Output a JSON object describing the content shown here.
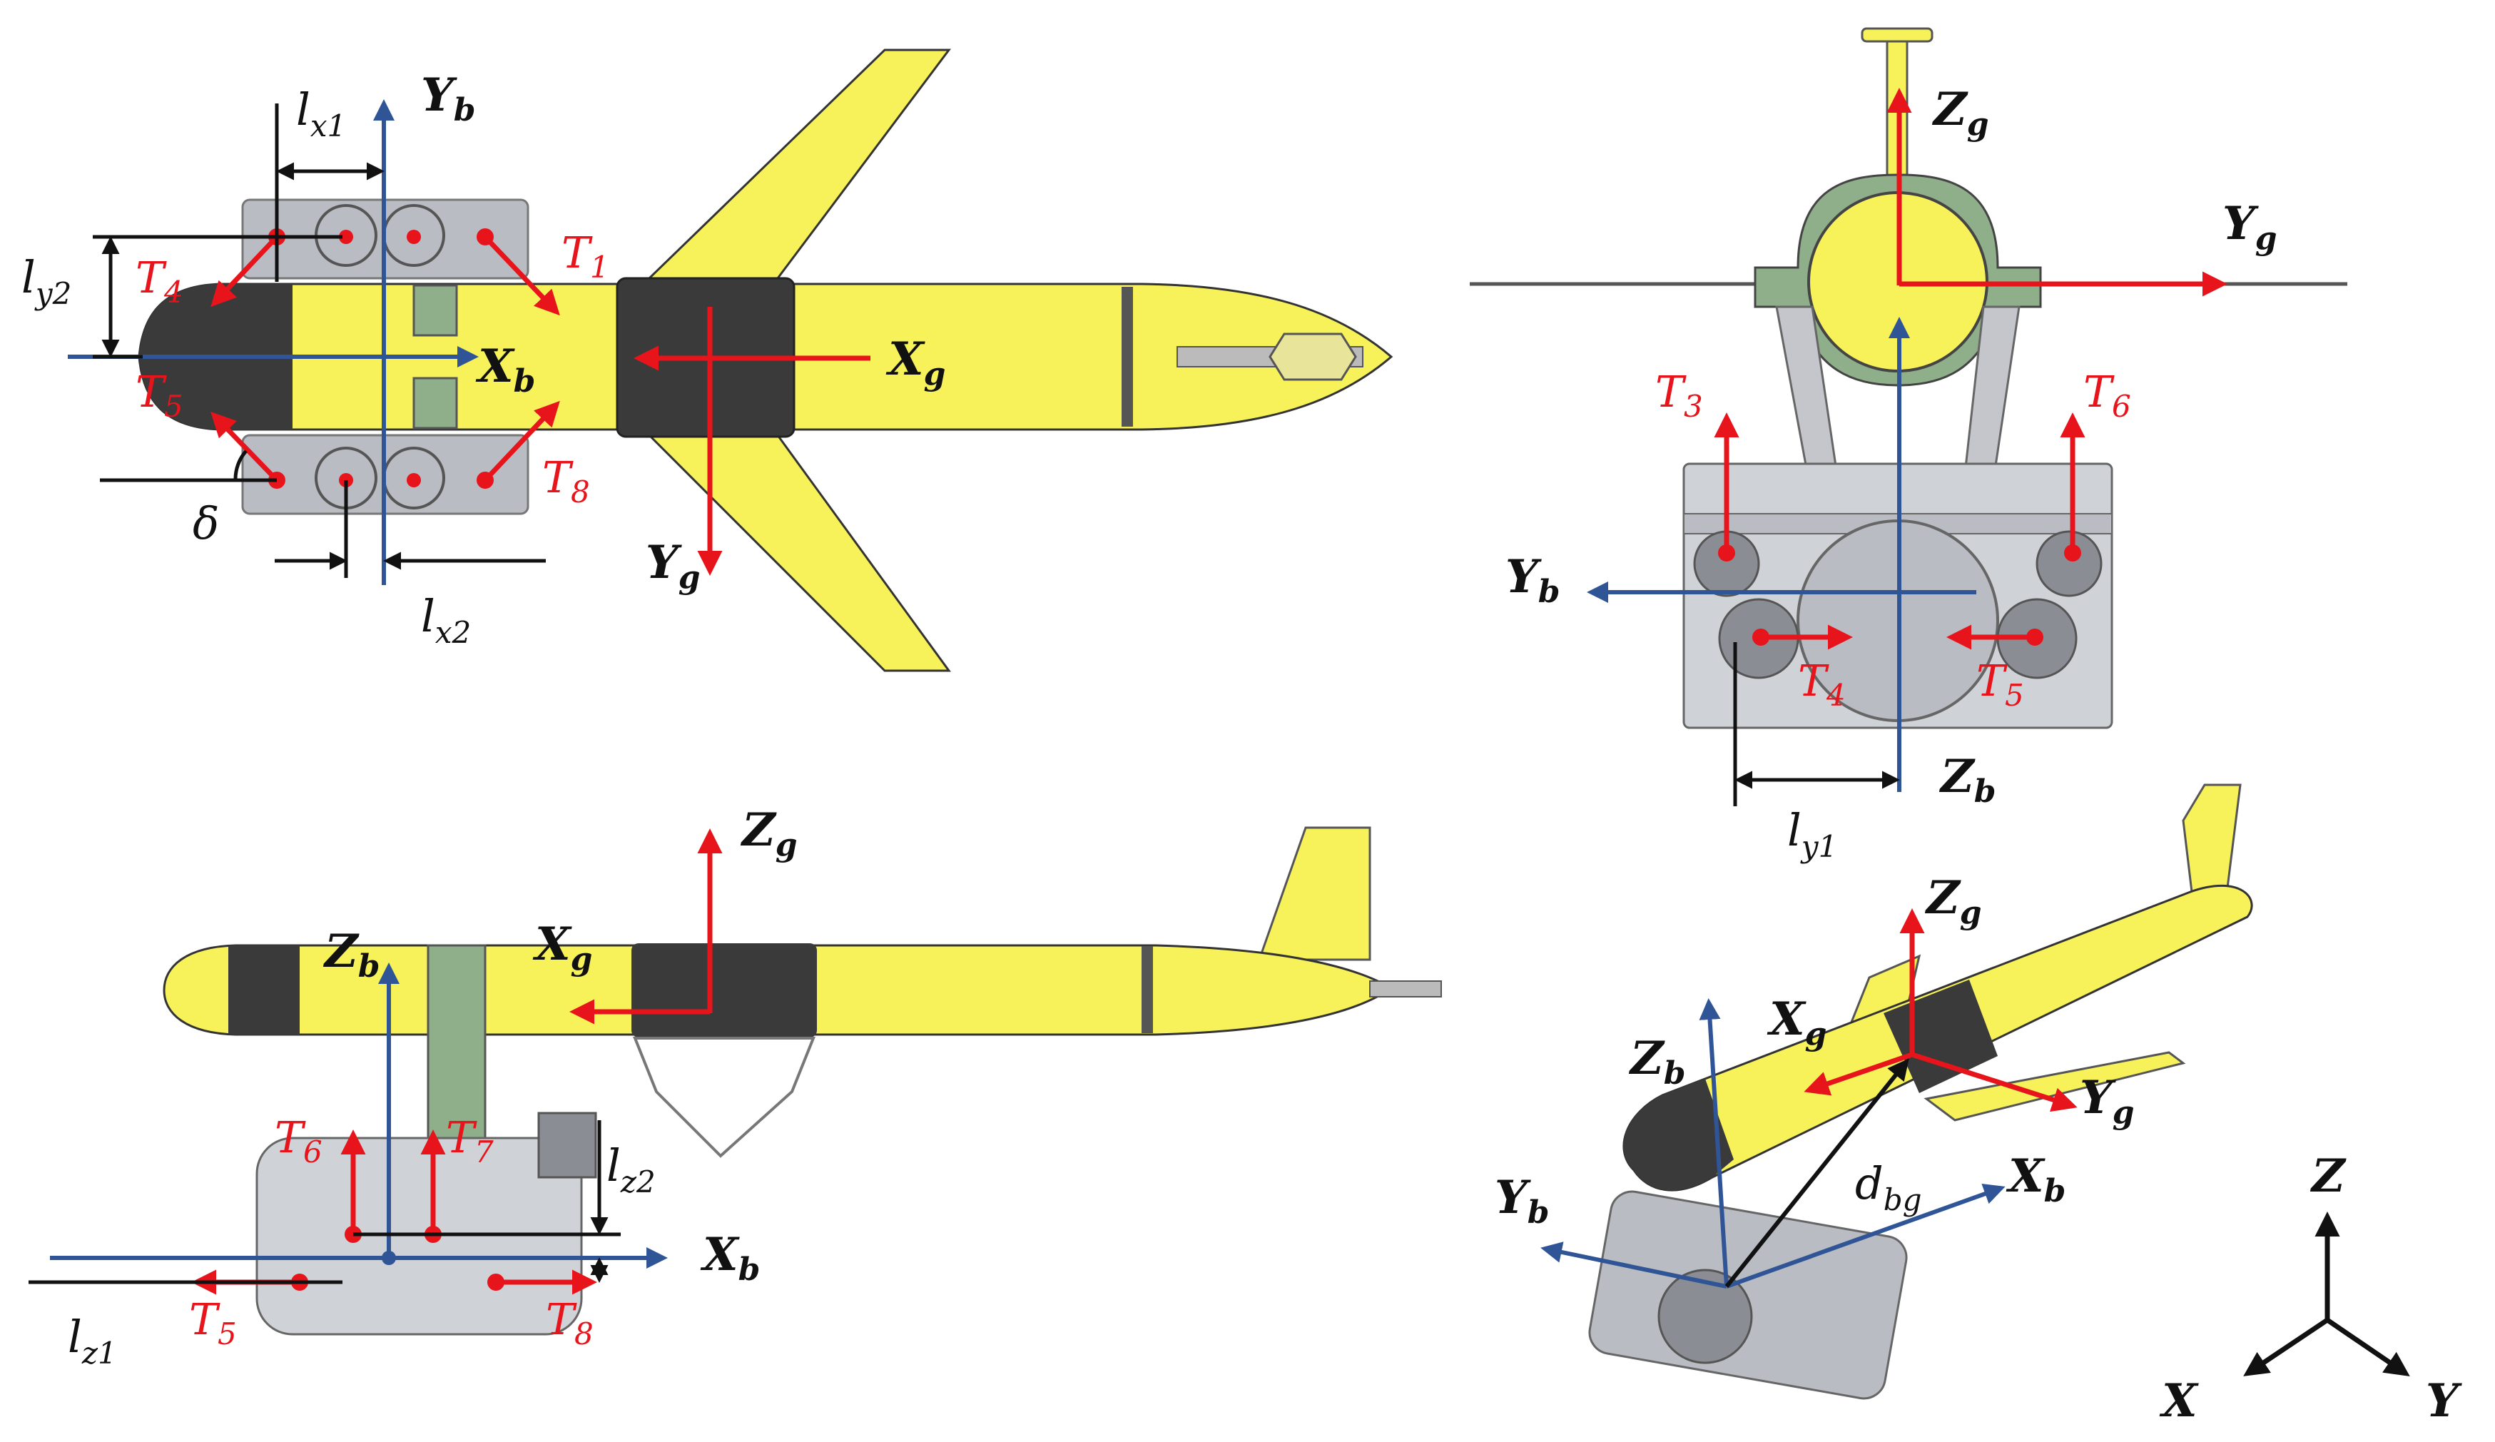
{
  "colors": {
    "hull_yellow": "#f7f25a",
    "hull_band": "#3a3a3a",
    "frame_gray": "#b9bcc2",
    "frame_dark": "#8a8d93",
    "arm_green": "#8fae8a",
    "thrust_red": "#e8141b",
    "body_blue": "#2f5597",
    "ink": "#111111"
  },
  "labels": {
    "Yb": "Y",
    "Yb_sub": "b",
    "Xb": "X",
    "Xb_sub": "b",
    "Zb": "Z",
    "Zb_sub": "b",
    "Xg": "X",
    "Xg_sub": "g",
    "Yg": "Y",
    "Yg_sub": "g",
    "Zg": "Z",
    "Zg_sub": "g",
    "T": "T",
    "T1_sub": "1",
    "T3_sub": "3",
    "T4_sub": "4",
    "T5_sub": "5",
    "T6_sub": "6",
    "T7_sub": "7",
    "T8_sub": "8",
    "l": "l",
    "lx1_sub": "x1",
    "lx2_sub": "x2",
    "ly1_sub": "y1",
    "ly2_sub": "y2",
    "lz1_sub": "z1",
    "lz2_sub": "z2",
    "delta": "δ",
    "d": "d",
    "dbg_sub": "bg",
    "X": "X",
    "Y": "Y",
    "Z": "Z"
  }
}
